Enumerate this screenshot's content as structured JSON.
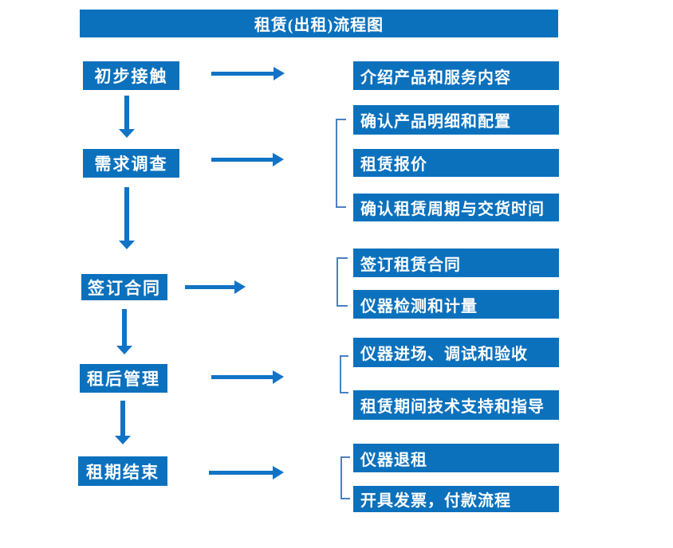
{
  "title": "租赁(出租)流程图",
  "colors": {
    "box_blue": "#0b71bd",
    "arrow_blue": "#1173c6",
    "bracket_blue": "#4a80c2",
    "background": "#ffffff",
    "text_white": "#ffffff"
  },
  "flow": {
    "steps": [
      {
        "label": "初步接触",
        "details": [
          "介绍产品和服务内容"
        ]
      },
      {
        "label": "需求调查",
        "details": [
          "确认产品明细和配置",
          "租赁报价",
          "确认租赁周期与交货时间"
        ]
      },
      {
        "label": "签订合同",
        "details": [
          "签订租赁合同",
          "仪器检测和计量"
        ]
      },
      {
        "label": "租后管理",
        "details": [
          "仪器进场、调试和验收",
          "租赁期间技术支持和指导"
        ]
      },
      {
        "label": "租期结束",
        "details": [
          "仪器退租",
          "开具发票，付款流程"
        ]
      }
    ]
  }
}
